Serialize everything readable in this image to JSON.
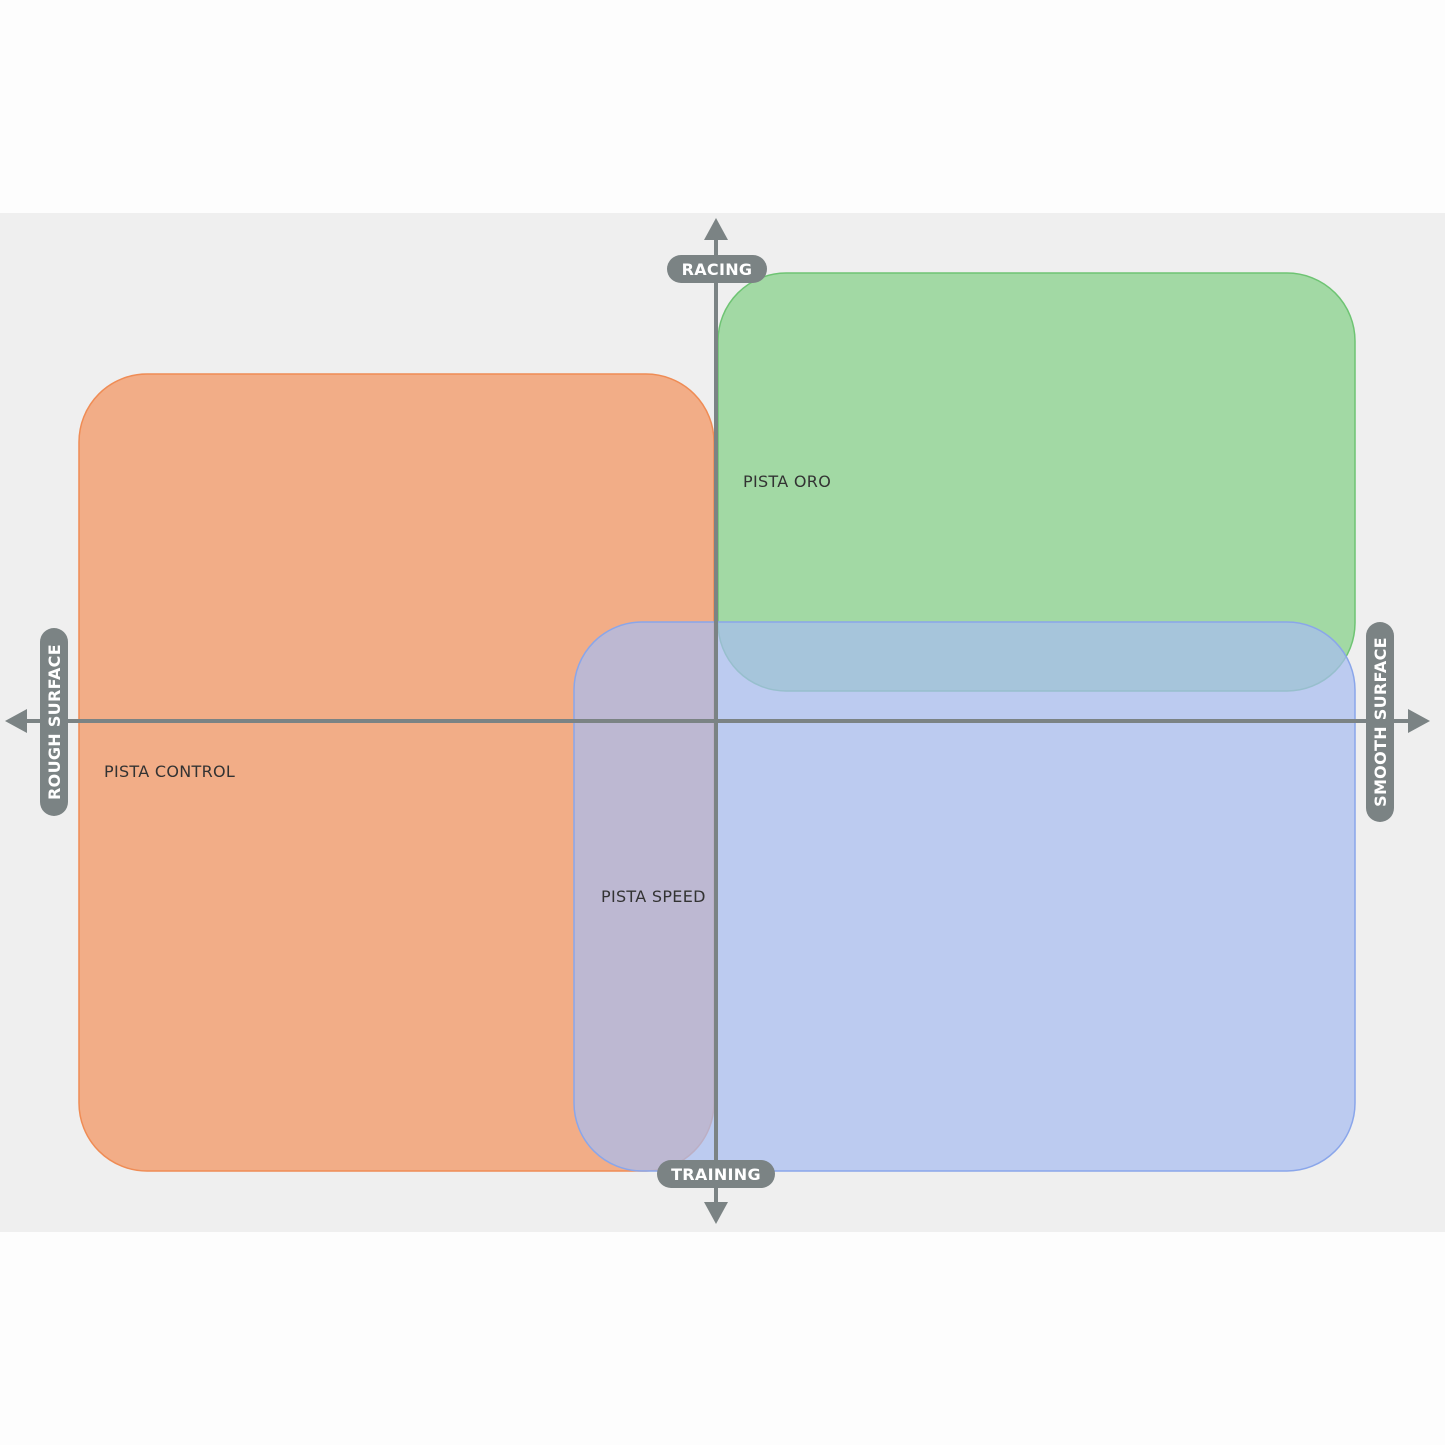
{
  "axes": {
    "top": "RACING",
    "bottom": "TRAINING",
    "left": "ROUGH SURFACE",
    "right": "SMOOTH SURFACE"
  },
  "regions": {
    "control": {
      "label": "PISTA CONTROL",
      "fill": "#f2a77e",
      "stroke": "#ef8c55"
    },
    "oro": {
      "label": "PISTA ORO",
      "fill": "#91d494",
      "stroke": "#6ec473"
    },
    "speed": {
      "label": "PISTA SPEED",
      "fill": "#a7bdf0",
      "stroke": "#8aa6ea"
    }
  },
  "colors": {
    "axis": "#7b8384",
    "background": "#efefef"
  }
}
